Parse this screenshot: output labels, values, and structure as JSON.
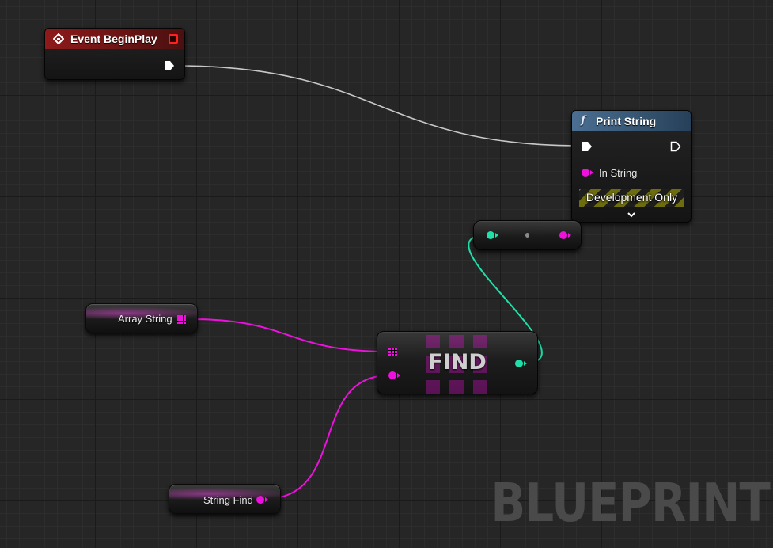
{
  "nodes": {
    "event_begin_play": {
      "title": "Event BeginPlay"
    },
    "print_string": {
      "title": "Print String",
      "function_glyph": "f",
      "input_label": "In String",
      "footer_text": "Development Only",
      "expand_icon": "chevron-down-icon"
    },
    "array_string": {
      "label": "Array String"
    },
    "string_find": {
      "label": "String Find"
    },
    "find": {
      "label": "FIND"
    }
  },
  "watermark": "BLUEPRINT",
  "colors": {
    "event_header": "#8e1a1a",
    "function_header": "#4a6f92",
    "string_pin": "#ee11dd",
    "int_pin": "#1fe0a8",
    "exec_wire": "#c8c8c8",
    "canvas": "#262626"
  }
}
